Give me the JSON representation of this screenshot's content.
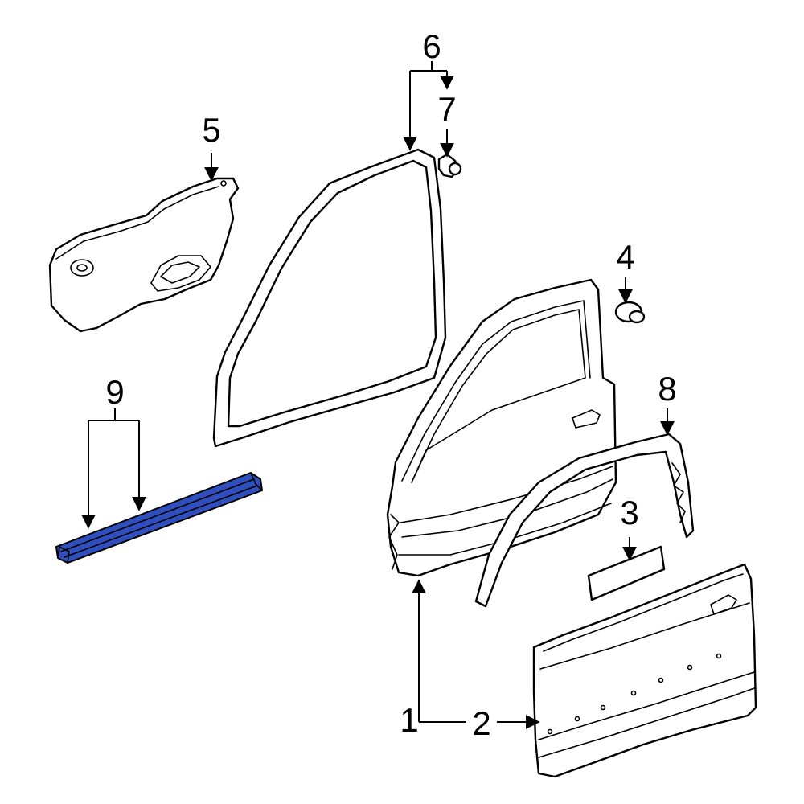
{
  "diagram": {
    "highlight_color": "#2f4fbf",
    "callouts": [
      "1",
      "2",
      "3",
      "4",
      "5",
      "6",
      "7",
      "8",
      "9"
    ]
  }
}
